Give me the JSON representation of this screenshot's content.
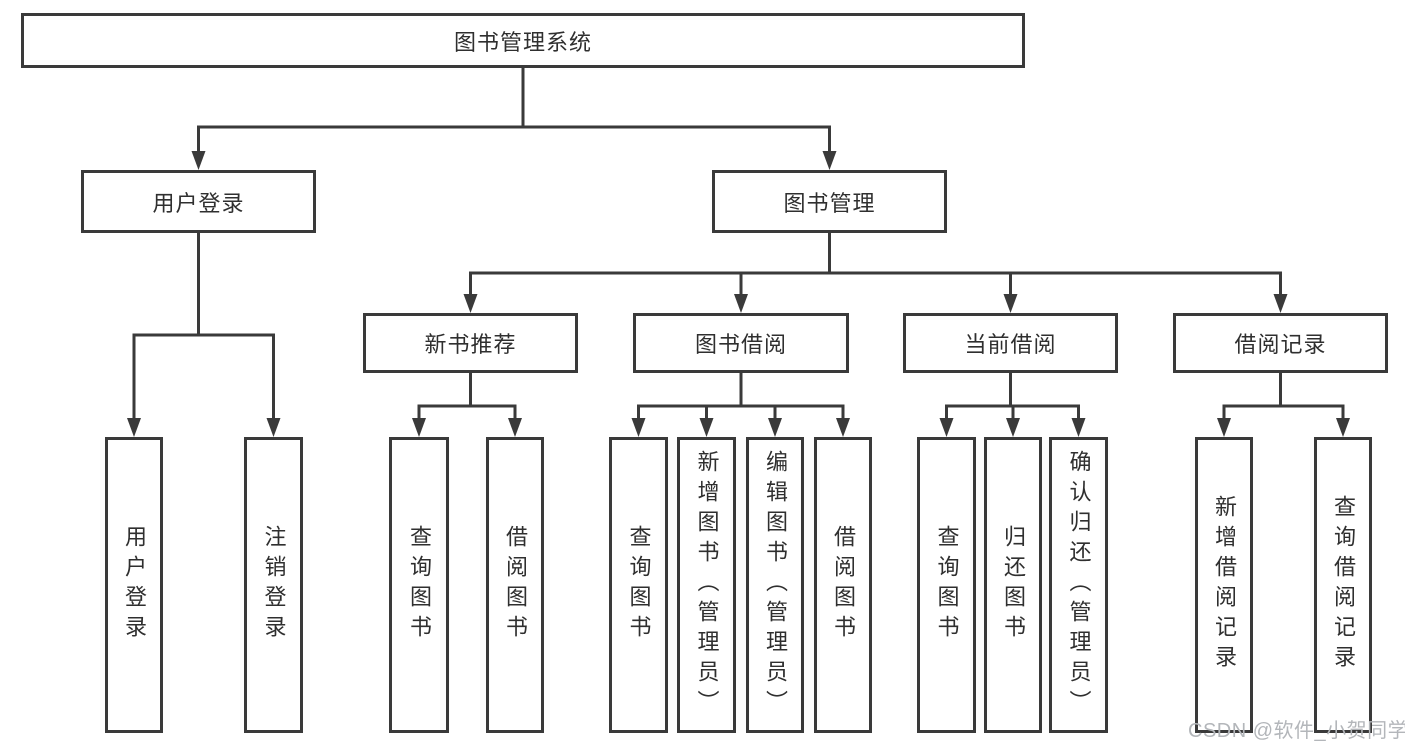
{
  "diagram": {
    "nodes": {
      "root": "图书管理系统",
      "level2": [
        "用户登录",
        "图书管理"
      ],
      "level3": [
        "新书推荐",
        "图书借阅",
        "当前借阅",
        "借阅记录"
      ],
      "group1": [
        "用户登录",
        "注销登录"
      ],
      "group2": [
        "查询图书",
        "借阅图书"
      ],
      "group3": [
        "查询图书",
        "新增图书（管理员）",
        "编辑图书（管理员）",
        "借阅图书"
      ],
      "group4": [
        "查询图书",
        "归还图书",
        "确认归还（管理员）"
      ],
      "group5": [
        "新增借阅记录",
        "查询借阅记录"
      ]
    },
    "colors": {
      "line": "#3a3a3a",
      "text": "#2f2f2f",
      "box_background": "#ffffff",
      "watermark": "#b3b6ba"
    }
  },
  "watermark": "CSDN @软件_小贺同学"
}
